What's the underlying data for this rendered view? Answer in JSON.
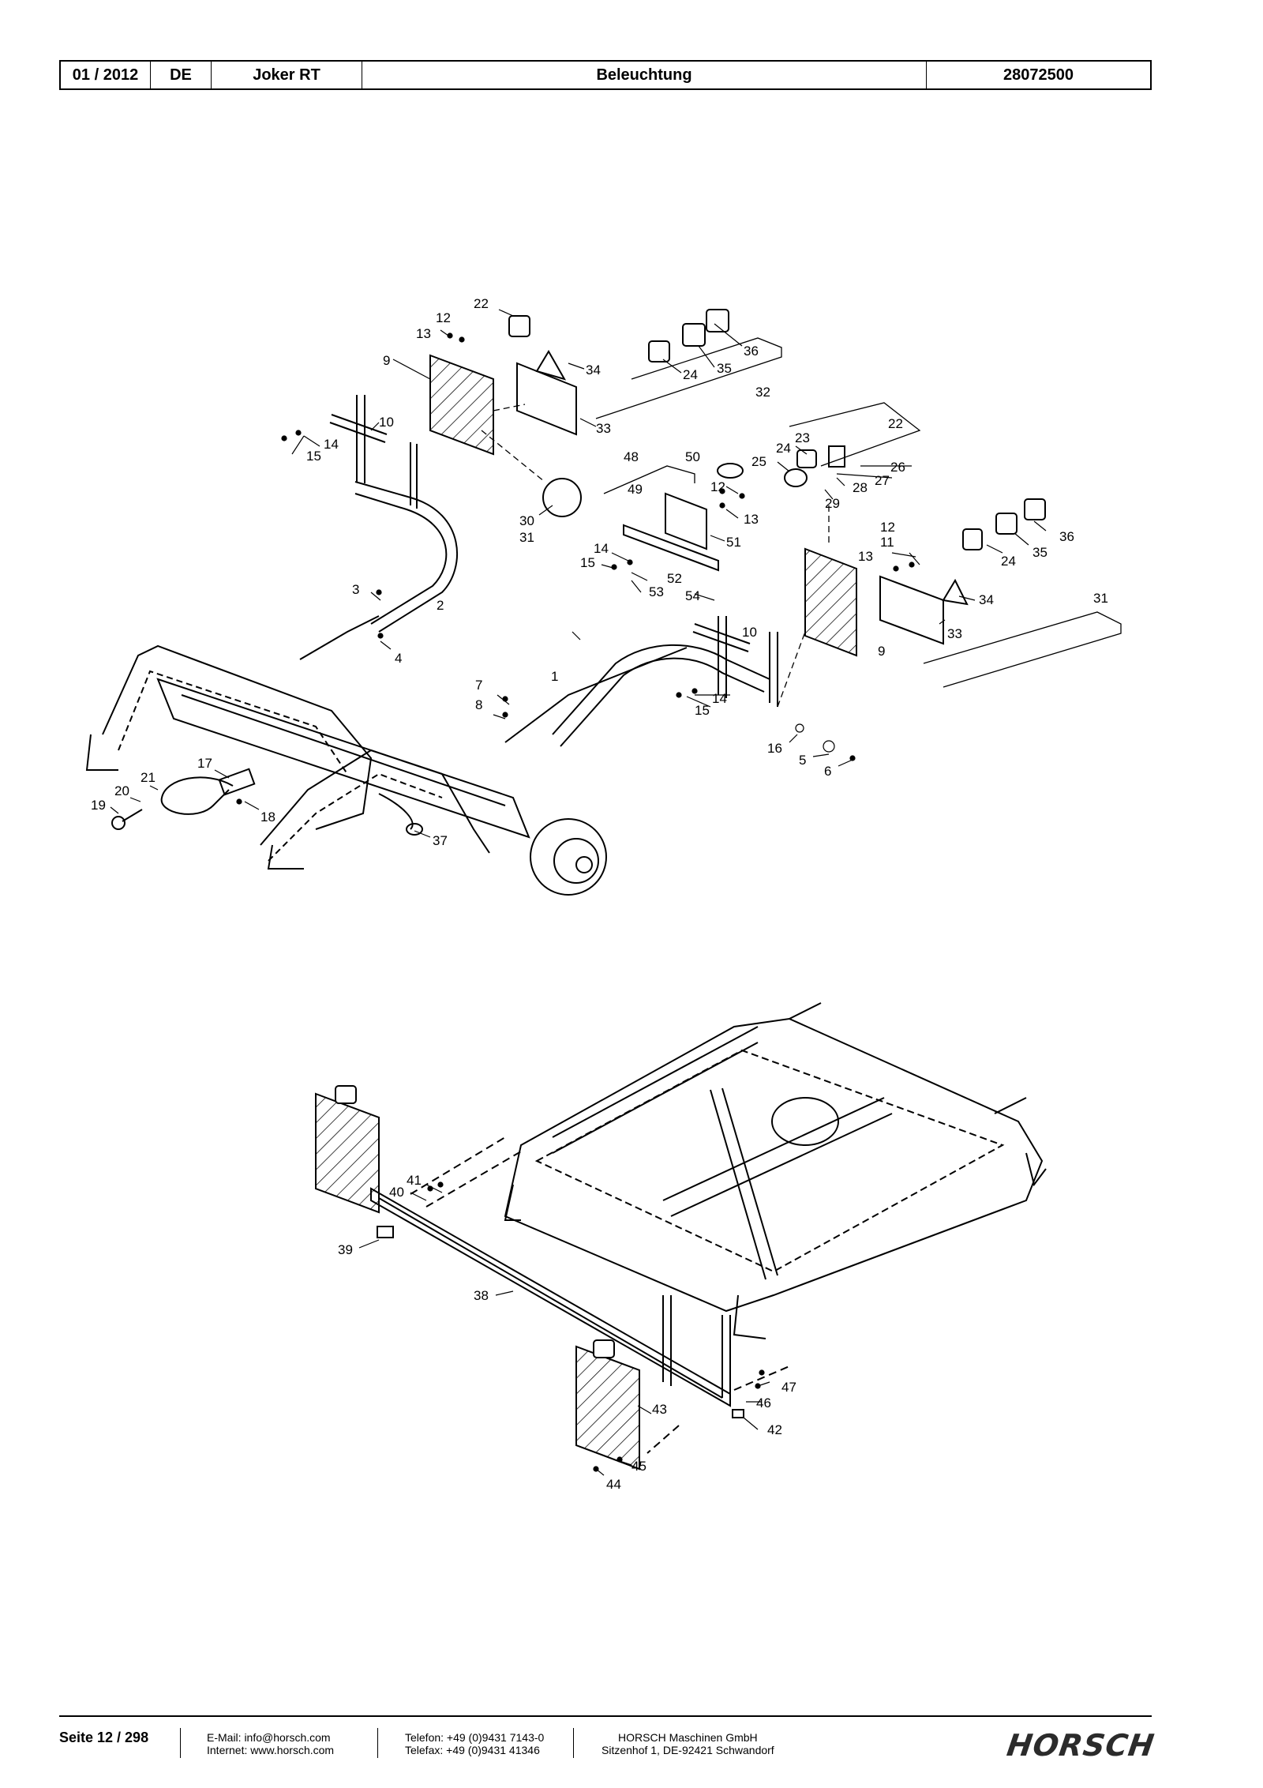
{
  "header": {
    "date": "01 / 2012",
    "lang": "DE",
    "model": "Joker RT",
    "section": "Beleuchtung",
    "doc_number": "28072500"
  },
  "callouts": {
    "top": [
      {
        "n": "22"
      },
      {
        "n": "12"
      },
      {
        "n": "13"
      },
      {
        "n": "9"
      },
      {
        "n": "34"
      },
      {
        "n": "36"
      },
      {
        "n": "35"
      },
      {
        "n": "24"
      },
      {
        "n": "32"
      },
      {
        "n": "10"
      },
      {
        "n": "14"
      },
      {
        "n": "15"
      },
      {
        "n": "33"
      },
      {
        "n": "48"
      },
      {
        "n": "50"
      },
      {
        "n": "12"
      },
      {
        "n": "49"
      },
      {
        "n": "13"
      },
      {
        "n": "30"
      },
      {
        "n": "31"
      },
      {
        "n": "51"
      },
      {
        "n": "14"
      },
      {
        "n": "15"
      },
      {
        "n": "52"
      },
      {
        "n": "53"
      },
      {
        "n": "54"
      },
      {
        "n": "23"
      },
      {
        "n": "24"
      },
      {
        "n": "25"
      },
      {
        "n": "22"
      },
      {
        "n": "26"
      },
      {
        "n": "27"
      },
      {
        "n": "28"
      },
      {
        "n": "29"
      },
      {
        "n": "12"
      },
      {
        "n": "11"
      },
      {
        "n": "13"
      },
      {
        "n": "24"
      },
      {
        "n": "35"
      },
      {
        "n": "36"
      },
      {
        "n": "31"
      },
      {
        "n": "34"
      },
      {
        "n": "33"
      },
      {
        "n": "3"
      },
      {
        "n": "2"
      },
      {
        "n": "4"
      },
      {
        "n": "10"
      },
      {
        "n": "9"
      },
      {
        "n": "7"
      },
      {
        "n": "8"
      },
      {
        "n": "1"
      },
      {
        "n": "14"
      },
      {
        "n": "15"
      },
      {
        "n": "16"
      },
      {
        "n": "5"
      },
      {
        "n": "6"
      },
      {
        "n": "17"
      },
      {
        "n": "21"
      },
      {
        "n": "20"
      },
      {
        "n": "19"
      },
      {
        "n": "18"
      },
      {
        "n": "37"
      }
    ],
    "bottom": [
      {
        "n": "41"
      },
      {
        "n": "40"
      },
      {
        "n": "39"
      },
      {
        "n": "38"
      },
      {
        "n": "47"
      },
      {
        "n": "46"
      },
      {
        "n": "43"
      },
      {
        "n": "42"
      },
      {
        "n": "45"
      },
      {
        "n": "44"
      }
    ]
  },
  "footer": {
    "page": "Seite 12 / 298",
    "email": "E-Mail: info@horsch.com",
    "internet": "Internet: www.horsch.com",
    "phone": "Telefon: +49 (0)9431 7143-0",
    "fax": "Telefax: +49 (0)9431 41346",
    "company": "HORSCH Maschinen GmbH",
    "address": "Sitzenhof 1, DE-92421 Schwandorf",
    "logo_text": "HORSCH"
  }
}
